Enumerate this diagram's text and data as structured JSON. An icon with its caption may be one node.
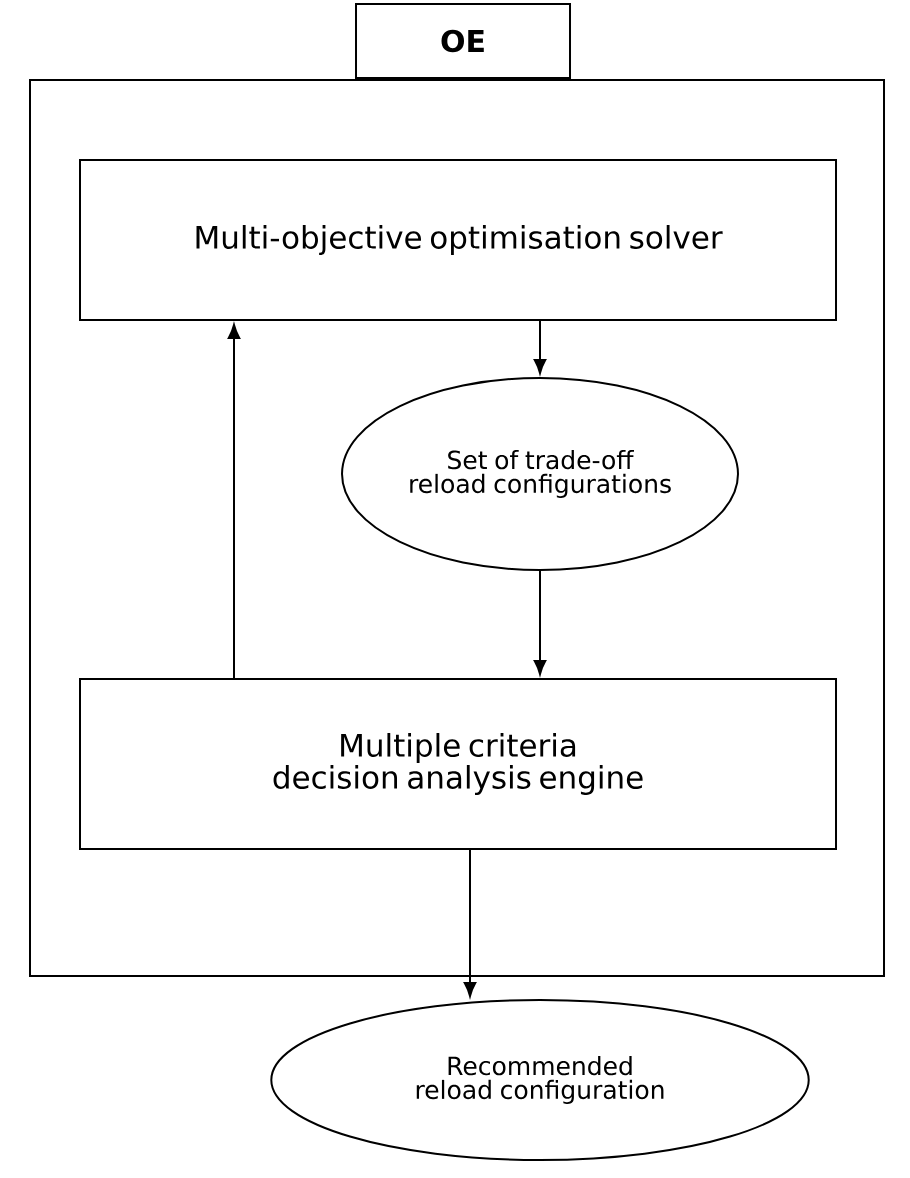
{
  "diagram": {
    "nodes": [
      {
        "text": [
          "OE"
        ]
      },
      {
        "text": [
          "Multi-objective optimisation solver"
        ],
        "in": 0
      },
      {
        "text": [
          "Set of trade-off reload configurations"
        ],
        "in": 0
      },
      {
        "text": [
          "Multiple criteria decision analysis engine"
        ],
        "in": 0
      },
      {
        "text": [
          "Recommended reload configuration"
        ]
      }
    ],
    "edges": [
      {
        "from": 1,
        "to": 2,
        "arrow": "to"
      },
      {
        "from": 2,
        "to": 3,
        "arrow": "to"
      },
      {
        "from": 3,
        "to": 1,
        "arrow": "to"
      },
      {
        "from": 3,
        "to": 4,
        "arrow": "to"
      }
    ]
  }
}
